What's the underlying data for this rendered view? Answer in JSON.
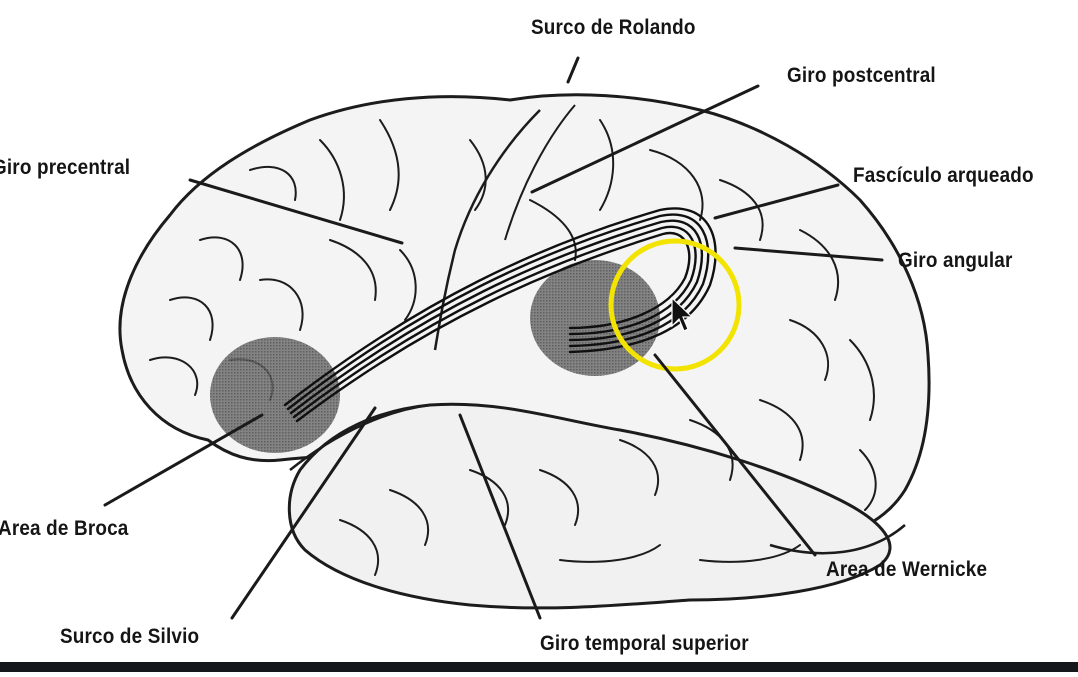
{
  "labels": {
    "surco_rolando": "Surco de Rolando",
    "giro_postcentral": "Giro postcentral",
    "giro_precentral": "Giro precentral",
    "fasciculo_arqueado": "Fascículo arqueado",
    "giro_angular": "Giro angular",
    "area_broca": "Area de Broca",
    "area_wernicke": "Area de Wernicke",
    "surco_silvio": "Surco de Silvio",
    "giro_temporal_superior": "Giro temporal superior"
  },
  "highlight": {
    "color": "#f2e400",
    "target": "Giro angular"
  },
  "colors": {
    "brain_fill": "#f4f4f4",
    "outline": "#1c1c1c",
    "area_shading": "#5d5d5d",
    "fasciculus": "#101010",
    "bottom_bar": "#14171c"
  },
  "cursor_icon": "mouse-pointer-icon"
}
